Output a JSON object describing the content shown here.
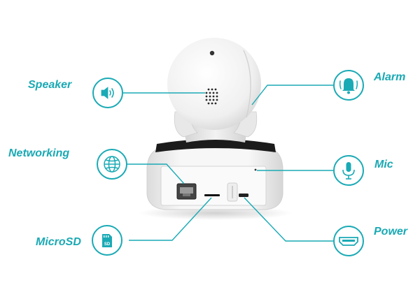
{
  "colors": {
    "accent": "#1aaab5",
    "label": "#1aa9b4",
    "body": "#f4f4f4",
    "band": "#1b1b1b"
  },
  "labels": {
    "speaker": "Speaker",
    "networking": "Networking",
    "microsd": "MicroSD",
    "alarm": "Alarm",
    "mic": "Mic",
    "power": "Power"
  },
  "icons": {
    "speaker": "speaker-icon",
    "networking": "globe-icon",
    "microsd": "sd-card-icon",
    "alarm": "alarm-bell-icon",
    "mic": "microphone-icon",
    "power": "usb-port-icon"
  }
}
